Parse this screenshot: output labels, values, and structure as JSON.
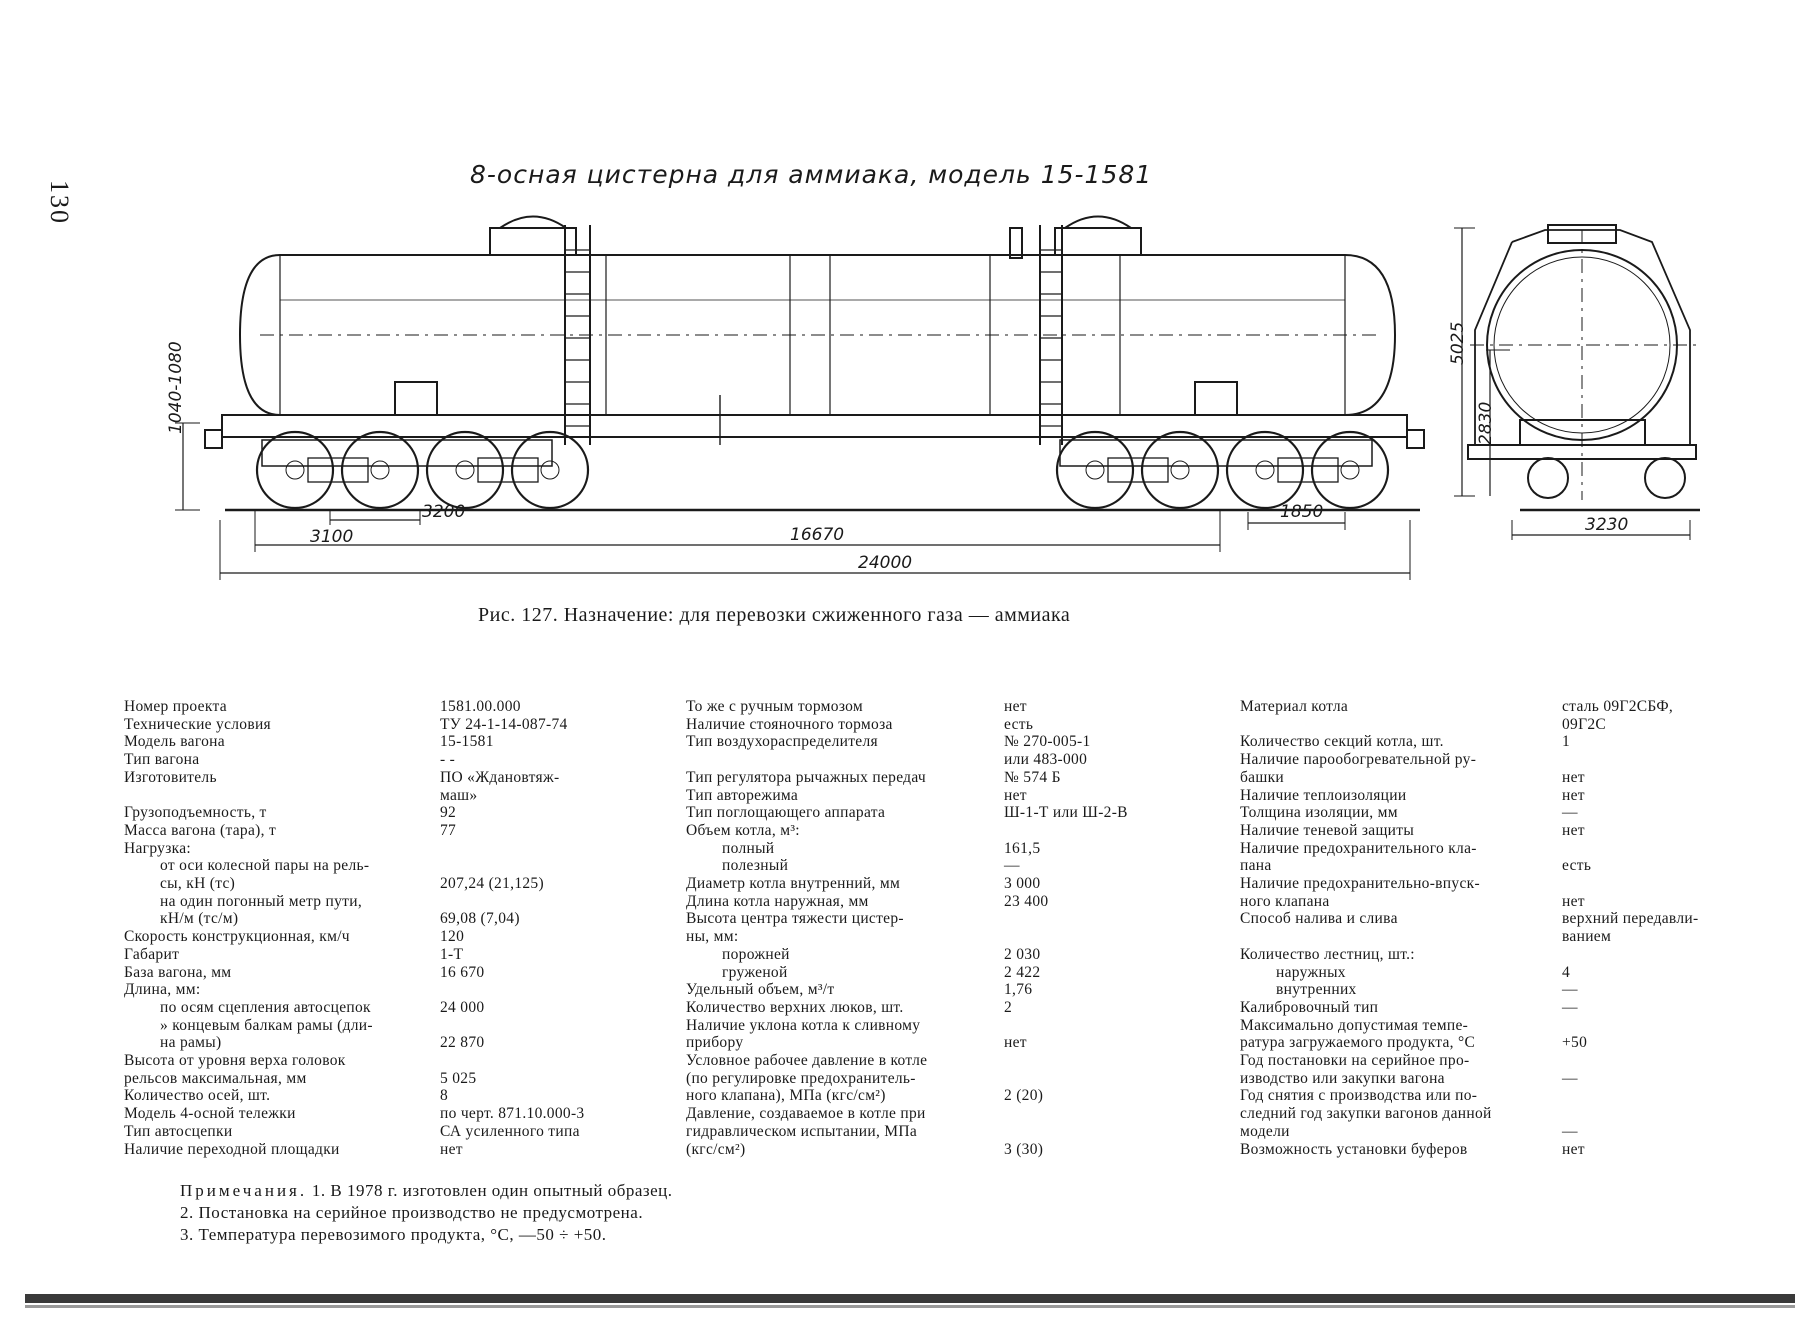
{
  "page_number": "130",
  "drawing": {
    "title": "8-осная цистерна для аммиака, модель 15-1581",
    "dims": {
      "d1040": "1040-1080",
      "d3200": "3200",
      "d3100": "3100",
      "d16670": "16670",
      "d24000": "24000",
      "d1850": "1850",
      "d5025": "5025",
      "d2830": "2830",
      "d3230": "3230"
    }
  },
  "caption": "Рис. 127. Назначение: для перевозки сжиженного газа — аммиака",
  "col1": [
    {
      "label": "Номер проекта",
      "value": "1581.00.000"
    },
    {
      "label": "Технические условия",
      "value": "ТУ 24-1-14-087-74"
    },
    {
      "label": "Модель вагона",
      "value": "15-1581"
    },
    {
      "label": "Тип вагона",
      "value": "- -"
    },
    {
      "label": "Изготовитель",
      "value": "ПО «Ждановтяж-"
    },
    {
      "label": "",
      "value": "маш»"
    },
    {
      "label": "Грузоподъемность, т",
      "value": "92"
    },
    {
      "label": "Масса вагона (тара), т",
      "value": "77"
    },
    {
      "label": "Нагрузка:",
      "value": ""
    },
    {
      "label": "от оси колесной пары на рель-",
      "value": "",
      "indent": true
    },
    {
      "label": "сы, кН (тс)",
      "value": "207,24 (21,125)",
      "indent": true
    },
    {
      "label": "на один погонный метр пути,",
      "value": "",
      "indent": true
    },
    {
      "label": "кН/м (тс/м)",
      "value": "69,08 (7,04)",
      "indent": true
    },
    {
      "label": "Скорость конструкционная, км/ч",
      "value": "120"
    },
    {
      "label": "Габарит",
      "value": "1-Т"
    },
    {
      "label": "База вагона, мм",
      "value": "16 670"
    },
    {
      "label": "Длина, мм:",
      "value": ""
    },
    {
      "label": "по осям сцепления автосцепок",
      "value": "24 000",
      "indent": true
    },
    {
      "label": "» концевым балкам рамы (дли-",
      "value": "",
      "indent": true
    },
    {
      "label": "на рамы)",
      "value": "22 870",
      "indent": true
    },
    {
      "label": "Высота от уровня верха головок",
      "value": ""
    },
    {
      "label": "рельсов максимальная, мм",
      "value": "5 025"
    },
    {
      "label": "Количество осей, шт.",
      "value": "8"
    },
    {
      "label": "Модель 4-осной тележки",
      "value": "по черт. 871.10.000-3"
    },
    {
      "label": "Тип автосцепки",
      "value": "СА усиленного типа"
    },
    {
      "label": "Наличие переходной площадки",
      "value": "нет"
    }
  ],
  "col2": [
    {
      "label": "То же с ручным тормозом",
      "value": "нет"
    },
    {
      "label": "Наличие стояночного тормоза",
      "value": "есть"
    },
    {
      "label": "Тип воздухораспределителя",
      "value": "№ 270-005-1"
    },
    {
      "label": "",
      "value": "или 483-000"
    },
    {
      "label": "Тип регулятора рычажных передач",
      "value": "№ 574 Б"
    },
    {
      "label": "Тип авторежима",
      "value": "нет"
    },
    {
      "label": "Тип поглощающего аппарата",
      "value": "Ш-1-Т или Ш-2-В"
    },
    {
      "label": "Объем котла, м³:",
      "value": ""
    },
    {
      "label": "полный",
      "value": "161,5",
      "indent": true
    },
    {
      "label": "полезный",
      "value": "—",
      "indent": true
    },
    {
      "label": "Диаметр котла внутренний, мм",
      "value": "3 000"
    },
    {
      "label": "Длина котла наружная, мм",
      "value": "23 400"
    },
    {
      "label": "Высота центра тяжести цистер-",
      "value": ""
    },
    {
      "label": "ны, мм:",
      "value": ""
    },
    {
      "label": "порожней",
      "value": "2 030",
      "indent": true
    },
    {
      "label": "груженой",
      "value": "2 422",
      "indent": true
    },
    {
      "label": "Удельный объем, м³/т",
      "value": "1,76"
    },
    {
      "label": "Количество верхних люков, шт.",
      "value": "2"
    },
    {
      "label": "Наличие уклона котла к сливному",
      "value": ""
    },
    {
      "label": "прибору",
      "value": "нет"
    },
    {
      "label": "Условное рабочее давление в котле",
      "value": ""
    },
    {
      "label": "(по регулировке предохранитель-",
      "value": ""
    },
    {
      "label": "ного клапана), МПа (кгс/см²)",
      "value": "2 (20)"
    },
    {
      "label": "Давление, создаваемое в котле при",
      "value": ""
    },
    {
      "label": "гидравлическом испытании, МПа",
      "value": ""
    },
    {
      "label": "(кгс/см²)",
      "value": "3 (30)"
    }
  ],
  "col3": [
    {
      "label": "Материал котла",
      "value": "сталь 09Г2СБФ,"
    },
    {
      "label": "",
      "value": "09Г2С"
    },
    {
      "label": "Количество секций котла, шт.",
      "value": "1"
    },
    {
      "label": "Наличие парообогревательной ру-",
      "value": ""
    },
    {
      "label": "башки",
      "value": "нет"
    },
    {
      "label": "Наличие теплоизоляции",
      "value": "нет"
    },
    {
      "label": "Толщина изоляции, мм",
      "value": "—"
    },
    {
      "label": "Наличие теневой защиты",
      "value": "нет"
    },
    {
      "label": "Наличие предохранительного кла-",
      "value": ""
    },
    {
      "label": "пана",
      "value": "есть"
    },
    {
      "label": "Наличие предохранительно-впуск-",
      "value": ""
    },
    {
      "label": "ного клапана",
      "value": "нет"
    },
    {
      "label": "Способ налива и слива",
      "value": "верхний передавли-"
    },
    {
      "label": "",
      "value": "ванием"
    },
    {
      "label": "Количество лестниц, шт.:",
      "value": ""
    },
    {
      "label": "наружных",
      "value": "4",
      "indent": true
    },
    {
      "label": "внутренних",
      "value": "—",
      "indent": true
    },
    {
      "label": "Калибровочный тип",
      "value": "—"
    },
    {
      "label": "Максимально допустимая темпе-",
      "value": ""
    },
    {
      "label": "ратура загружаемого продукта, °С",
      "value": "+50"
    },
    {
      "label": "Год постановки на серийное про-",
      "value": ""
    },
    {
      "label": "изводство или закупки вагона",
      "value": "—"
    },
    {
      "label": "Год снятия с производства или по-",
      "value": ""
    },
    {
      "label": "следний год закупки вагонов данной",
      "value": ""
    },
    {
      "label": "модели",
      "value": "—"
    },
    {
      "label": "Возможность установки буферов",
      "value": "нет"
    }
  ],
  "notes": {
    "heading": "Примечания.",
    "n1": "1. В 1978 г. изготовлен один опытный образец.",
    "n2": "2. Постановка на серийное производство не предусмотрена.",
    "n3": "3. Температура перевозимого продукта, °С, —50 ÷ +50."
  }
}
